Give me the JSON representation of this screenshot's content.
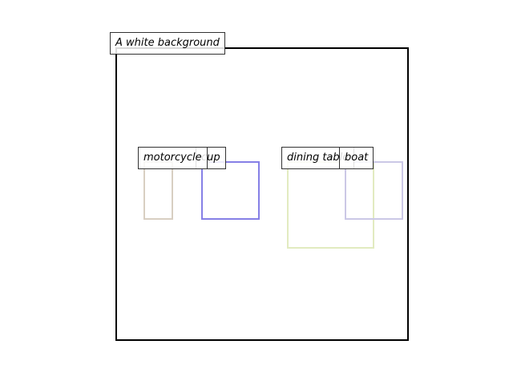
{
  "caption": "A white background",
  "objects": [
    {
      "label": "motorcycle",
      "color": "#d8cfc2"
    },
    {
      "label": "cup",
      "color": "#8680e6"
    },
    {
      "label": "dining table",
      "color": "#e2ebc0"
    },
    {
      "label": "boat",
      "color": "#cbc8e6"
    }
  ]
}
